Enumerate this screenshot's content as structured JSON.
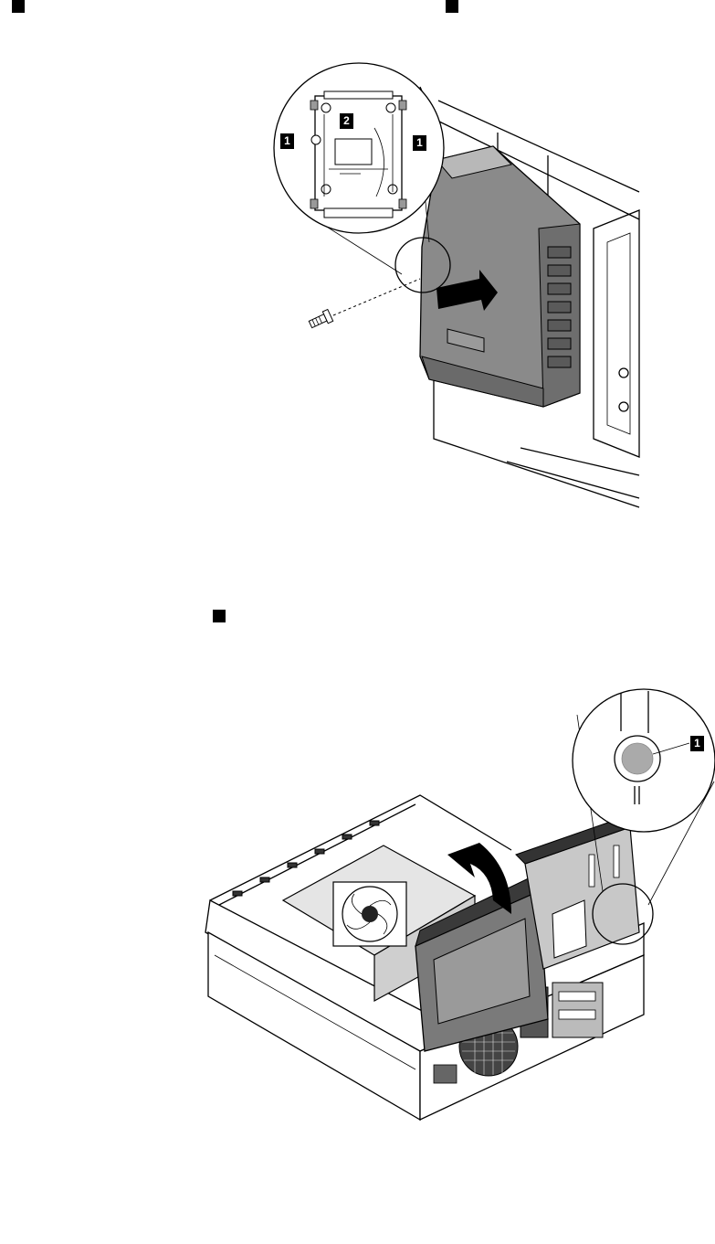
{
  "figure1": {
    "callouts": [
      "1",
      "2",
      "1"
    ]
  },
  "figure2": {
    "callouts": [
      "1"
    ]
  }
}
